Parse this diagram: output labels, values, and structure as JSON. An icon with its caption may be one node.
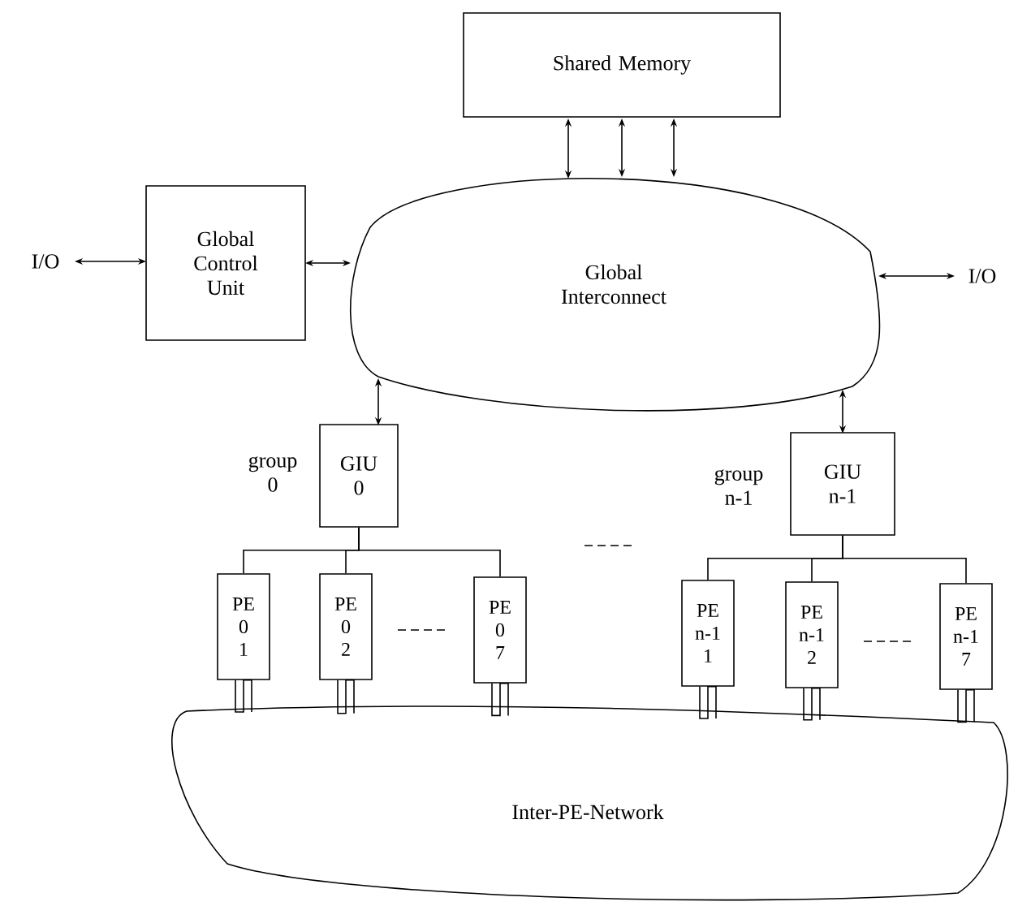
{
  "diagram": {
    "nodes": [
      {
        "text": [
          "Shared Memory"
        ]
      },
      {
        "text": [
          "Global Control Unit"
        ]
      },
      {
        "text": [
          "Global Interconnect"
        ]
      },
      {
        "text": [
          "I/O"
        ]
      },
      {
        "text": [
          "I/O"
        ]
      },
      {
        "text": [
          "GIU 0"
        ],
        "beside": [
          "group 0"
        ]
      },
      {
        "text": [
          "GIU n-1"
        ],
        "beside": [
          "group n-1"
        ]
      },
      {
        "text": [
          "PE 0 1"
        ]
      },
      {
        "text": [
          "PE 0 2"
        ]
      },
      {
        "text": [
          "PE 0 7"
        ]
      },
      {
        "text": [
          "PE n-1 1"
        ]
      },
      {
        "text": [
          "PE n-1 2"
        ]
      },
      {
        "text": [
          "PE n-1 7"
        ]
      },
      {
        "text": [
          "Inter-PE-Network"
        ]
      }
    ],
    "edges": [
      {
        "from": 0,
        "to": 2,
        "arrow": "both"
      },
      {
        "from": 0,
        "to": 2,
        "arrow": "both"
      },
      {
        "from": 0,
        "to": 2,
        "arrow": "both"
      },
      {
        "from": 3,
        "to": 1,
        "arrow": "both"
      },
      {
        "from": 1,
        "to": 2,
        "arrow": "both"
      },
      {
        "from": 2,
        "to": 4,
        "arrow": "both"
      },
      {
        "from": 2,
        "to": 5,
        "arrow": "both"
      },
      {
        "from": 2,
        "to": 6,
        "arrow": "both"
      },
      {
        "from": 5,
        "to": 7,
        "arrow": "none"
      },
      {
        "from": 5,
        "to": 8,
        "arrow": "none"
      },
      {
        "from": 5,
        "to": 9,
        "arrow": "none"
      },
      {
        "from": 6,
        "to": 10,
        "arrow": "none"
      },
      {
        "from": 6,
        "to": 11,
        "arrow": "none"
      },
      {
        "from": 6,
        "to": 12,
        "arrow": "none"
      },
      {
        "from": 7,
        "to": 13,
        "arrow": "none"
      },
      {
        "from": 8,
        "to": 13,
        "arrow": "none"
      },
      {
        "from": 9,
        "to": 13,
        "arrow": "none"
      },
      {
        "from": 10,
        "to": 13,
        "arrow": "none"
      },
      {
        "from": 11,
        "to": 13,
        "arrow": "none"
      },
      {
        "from": 12,
        "to": 13,
        "arrow": "none"
      }
    ]
  }
}
